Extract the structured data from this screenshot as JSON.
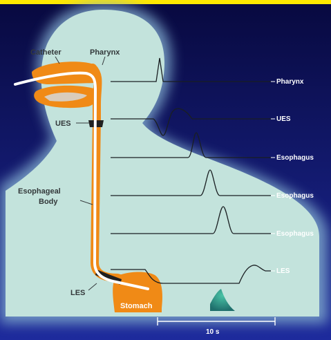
{
  "labels": {
    "catheter": "Catheter",
    "pharynx": "Pharynx",
    "ues": "UES",
    "esophageal_body_line1": "Esophageal",
    "esophageal_body_line2": "Body",
    "les": "LES",
    "stomach": "Stomach"
  },
  "traces": [
    {
      "label": "Pharynx"
    },
    {
      "label": "UES"
    },
    {
      "label": "Esophagus"
    },
    {
      "label": "Esophagus"
    },
    {
      "label": "Esophagus"
    },
    {
      "label": "LES"
    }
  ],
  "time_scale": {
    "label": "10 s"
  },
  "colors": {
    "background_top": "#08093f",
    "background_bottom": "#1d2a9c",
    "top_bar": "#ffe800",
    "body": "#c3e3dc",
    "glow": "#7fa9cc",
    "organ": "#f08a16",
    "tube": "#ffffff",
    "trace": "#1a1f22",
    "teal": "#2f9c86"
  }
}
